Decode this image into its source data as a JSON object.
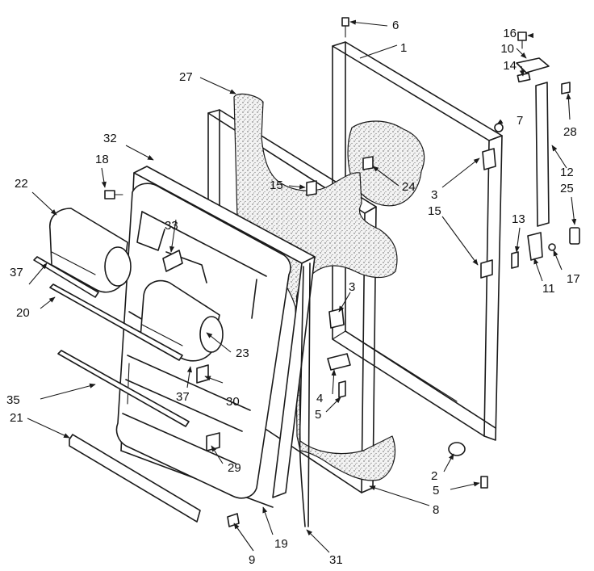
{
  "diagram": {
    "kind": "exploded parts diagram",
    "line_color": "#1a1a1a",
    "background": "#ffffff"
  },
  "callouts": [
    {
      "id": "c6",
      "text": "6"
    },
    {
      "id": "c1",
      "text": "1"
    },
    {
      "id": "c16",
      "text": "16"
    },
    {
      "id": "c10",
      "text": "10"
    },
    {
      "id": "c14",
      "text": "14"
    },
    {
      "id": "c27",
      "text": "27"
    },
    {
      "id": "c7",
      "text": "7"
    },
    {
      "id": "c28",
      "text": "28"
    },
    {
      "id": "c32",
      "text": "32"
    },
    {
      "id": "c18",
      "text": "18"
    },
    {
      "id": "c22",
      "text": "22"
    },
    {
      "id": "c15a",
      "text": "15"
    },
    {
      "id": "c24",
      "text": "24"
    },
    {
      "id": "c3a",
      "text": "3"
    },
    {
      "id": "c12",
      "text": "12"
    },
    {
      "id": "c15b",
      "text": "15"
    },
    {
      "id": "c25",
      "text": "25"
    },
    {
      "id": "c33",
      "text": "33"
    },
    {
      "id": "c13",
      "text": "13"
    },
    {
      "id": "c37a",
      "text": "37"
    },
    {
      "id": "c17",
      "text": "17"
    },
    {
      "id": "c11",
      "text": "11"
    },
    {
      "id": "c3b",
      "text": "3"
    },
    {
      "id": "c20",
      "text": "20"
    },
    {
      "id": "c23",
      "text": "23"
    },
    {
      "id": "c37b",
      "text": "37"
    },
    {
      "id": "c30",
      "text": "30"
    },
    {
      "id": "c4",
      "text": "4"
    },
    {
      "id": "c35",
      "text": "35"
    },
    {
      "id": "c5a",
      "text": "5"
    },
    {
      "id": "c21",
      "text": "21"
    },
    {
      "id": "c29",
      "text": "29"
    },
    {
      "id": "c2",
      "text": "2"
    },
    {
      "id": "c5b",
      "text": "5"
    },
    {
      "id": "c8",
      "text": "8"
    },
    {
      "id": "c19",
      "text": "19"
    },
    {
      "id": "c9",
      "text": "9"
    },
    {
      "id": "c31",
      "text": "31"
    }
  ]
}
